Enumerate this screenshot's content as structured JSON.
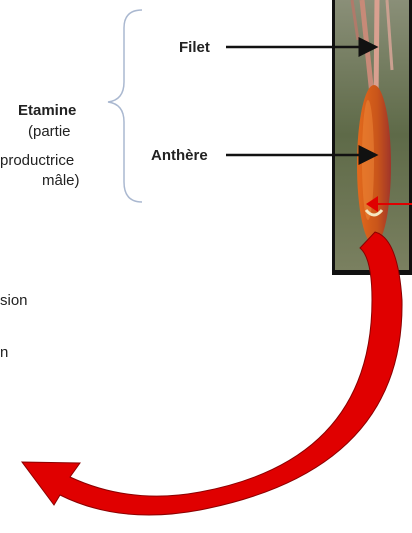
{
  "stamen": {
    "group_title": "Etamine",
    "group_subtitle_lines": [
      "(partie",
      "productrice",
      "mâle)"
    ]
  },
  "labels": {
    "filament": "Filet",
    "anther": "Anthère"
  },
  "cut_text": {
    "line1": "sion",
    "line2": "n"
  },
  "colors": {
    "bracket": "#aab8d0",
    "arrow_black": "#111111",
    "arrow_red": "#e00000",
    "photo_border": "#111111",
    "anther_orange": "#d9621a"
  }
}
